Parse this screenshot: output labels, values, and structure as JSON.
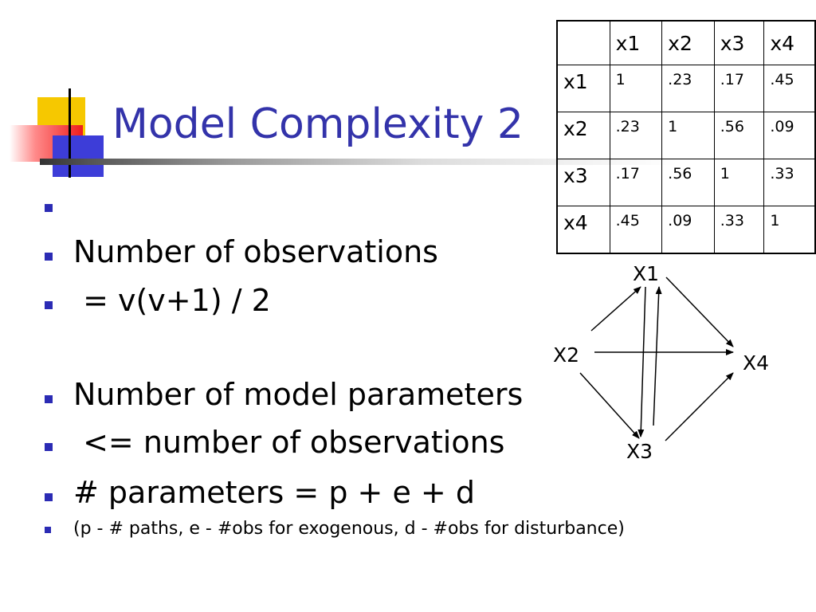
{
  "slide": {
    "title": "Model Complexity 2"
  },
  "bullets": [
    {
      "text": ""
    },
    {
      "text": "Number of observations"
    },
    {
      "text": " = v(v+1) / 2"
    },
    {
      "text": "Number of model parameters"
    },
    {
      "text": " <= number of observations"
    },
    {
      "text": "# parameters = p + e + d"
    },
    {
      "text": "(p - # paths, e - #obs for exogenous, d - #obs for disturbance)"
    }
  ],
  "correlation_table": {
    "columns": [
      "",
      "x1",
      "x2",
      "x3",
      "x4"
    ],
    "rows": [
      {
        "label": "x1",
        "values": [
          "1",
          ".23",
          ".17",
          ".45"
        ]
      },
      {
        "label": "x2",
        "values": [
          ".23",
          "1",
          ".56",
          ".09"
        ]
      },
      {
        "label": "x3",
        "values": [
          ".17",
          ".56",
          "1",
          ".33"
        ]
      },
      {
        "label": "x4",
        "values": [
          ".45",
          ".09",
          ".33",
          "1"
        ]
      }
    ]
  },
  "path_diagram": {
    "nodes": {
      "x1": "X1",
      "x2": "X2",
      "x3": "X3",
      "x4": "X4"
    }
  },
  "colors": {
    "title": "#3333aa",
    "bullet_marker": "#2b2bb4",
    "accent_yellow": "#f6c800",
    "accent_red": "#ee1c1c",
    "accent_blue": "#3d3dd8"
  }
}
